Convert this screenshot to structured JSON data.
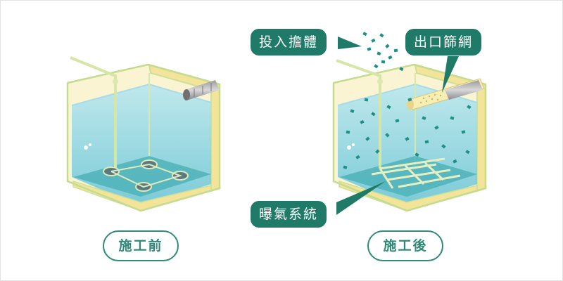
{
  "labels": {
    "before": "施工前",
    "after": "施工後",
    "add_bodies": "投入擔體",
    "outlet_screen": "出口篩網",
    "aeration": "曝氣系統"
  },
  "colors": {
    "water": "#7fd0e0",
    "tank_wall": "#f7e9a0",
    "outline": "#cfe09a",
    "callout_bg": "#1f7a67",
    "pill_border": "#2f8a78",
    "particle": "#1f8f86"
  }
}
